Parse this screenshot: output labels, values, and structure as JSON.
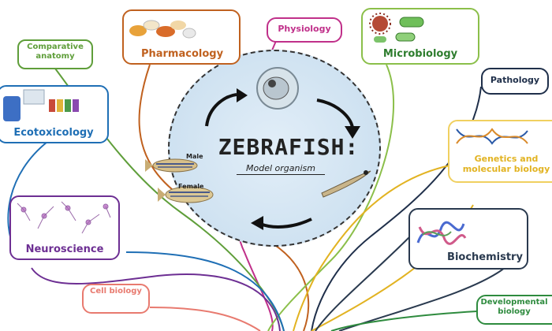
{
  "hub": {
    "title": "ZEBRAFISH:",
    "subtitle": "Model organism",
    "male_label": "Male",
    "female_label": "Female"
  },
  "nodes": {
    "pharmacology": {
      "label": "Pharmacology",
      "color": "#c0611f"
    },
    "physiology": {
      "label": "Physiology",
      "color": "#c0308a"
    },
    "microbiology": {
      "label": "Microbiology",
      "color": "#2e7d2e"
    },
    "comparative_anatomy": {
      "label": "Comparative anatomy",
      "color": "#5f9e3a"
    },
    "ecotoxicology": {
      "label": "Ecotoxicology",
      "color": "#1f6fb5"
    },
    "pathology": {
      "label": "Pathology",
      "color": "#1f2f4a"
    },
    "genetics": {
      "label": "Genetics and molecular biology",
      "color": "#e2b322"
    },
    "neuroscience": {
      "label": "Neuroscience",
      "color": "#6d2f93"
    },
    "biochemistry": {
      "label": "Biochemistry",
      "color": "#2a3a4f"
    },
    "cell_biology": {
      "label": "Cell biology",
      "color": "#e87a6f"
    },
    "developmental_biology": {
      "label": "Developmental biology",
      "color": "#2e8b3e"
    }
  }
}
